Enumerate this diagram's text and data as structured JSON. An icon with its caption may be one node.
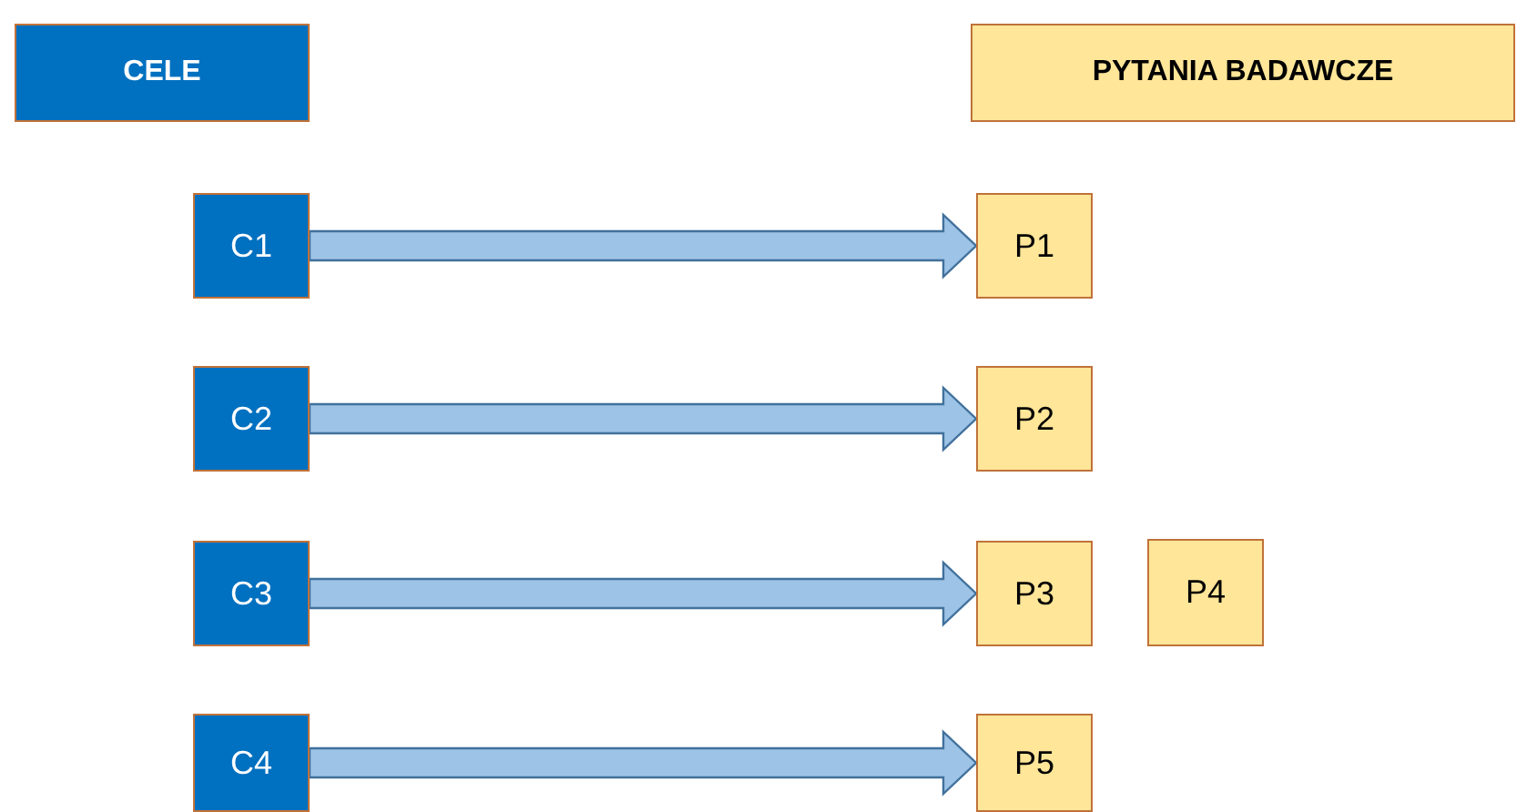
{
  "diagram": {
    "nodes": [
      {
        "text": [
          "CELE"
        ]
      },
      {
        "text": [
          "PYTANIA BADAWCZE"
        ]
      },
      {
        "text": [
          "C1"
        ]
      },
      {
        "text": [
          "P1"
        ]
      },
      {
        "text": [
          "C2"
        ]
      },
      {
        "text": [
          "P2"
        ]
      },
      {
        "text": [
          "C3"
        ]
      },
      {
        "text": [
          "P3"
        ]
      },
      {
        "text": [
          "P4"
        ]
      },
      {
        "text": [
          "C4"
        ]
      },
      {
        "text": [
          "P5"
        ]
      }
    ],
    "edges": [
      {
        "from": 2,
        "to": 3,
        "arrow": "to"
      },
      {
        "from": 4,
        "to": 5,
        "arrow": "to"
      },
      {
        "from": 6,
        "to": 7,
        "arrow": "to"
      },
      {
        "from": 9,
        "to": 10,
        "arrow": "to"
      }
    ]
  }
}
